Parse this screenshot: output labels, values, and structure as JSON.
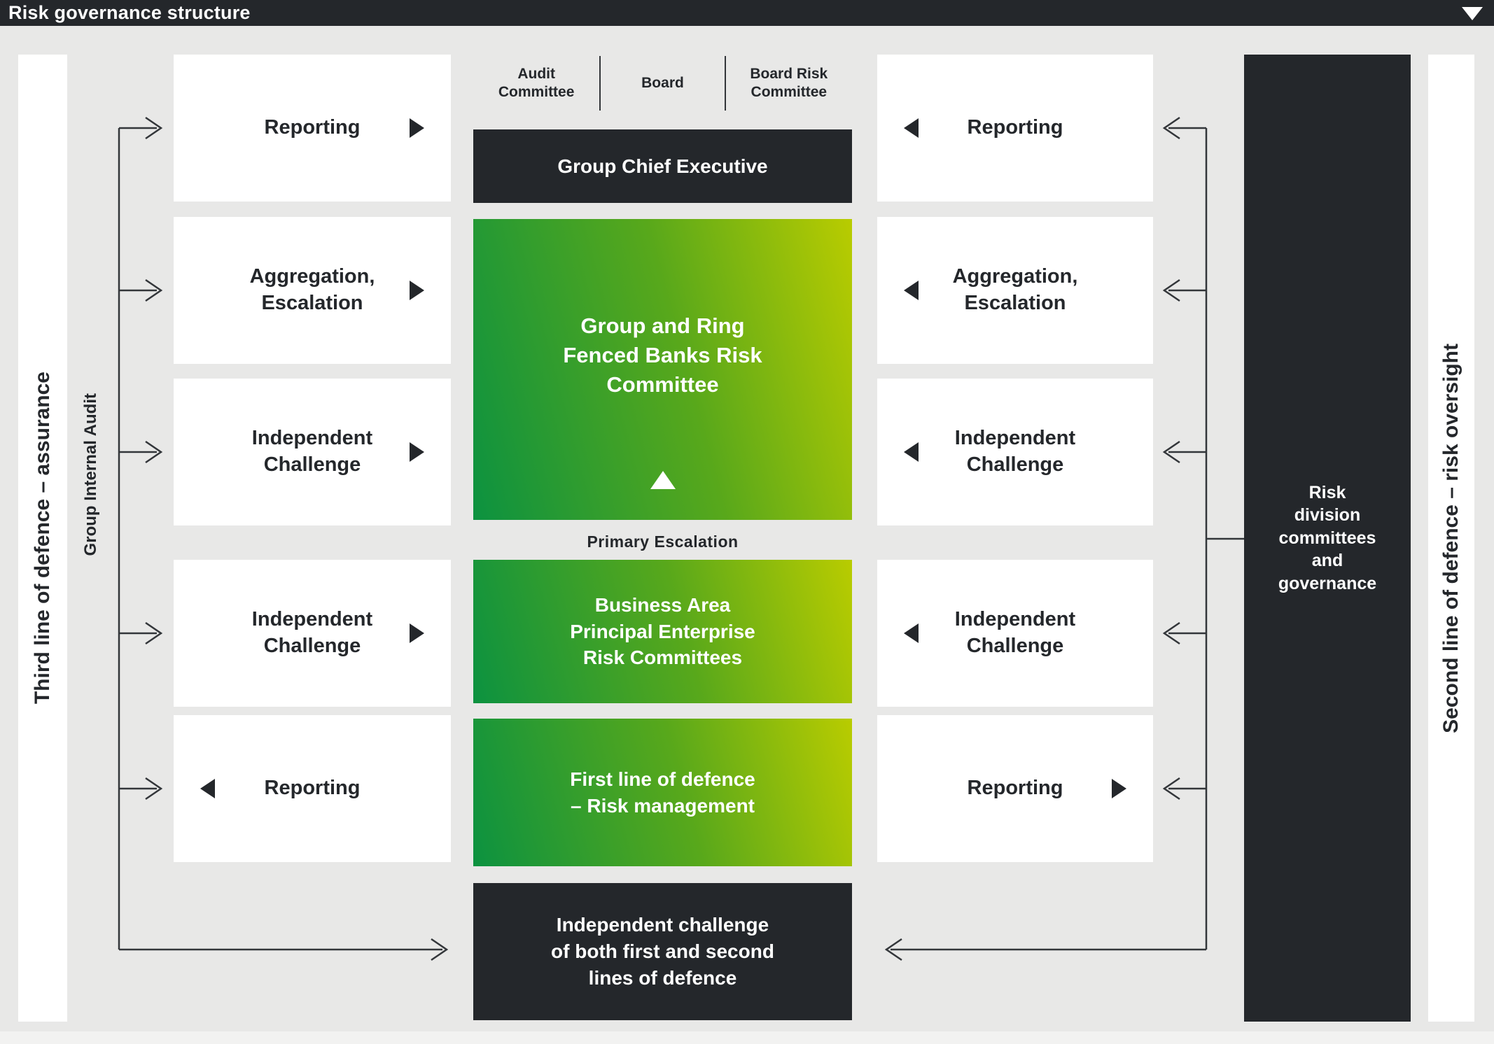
{
  "colors": {
    "background": "#e8e8e7",
    "dark": "#24272b",
    "line": "#33363a",
    "green_gradient_start": "#0c9240",
    "green_gradient_end": "#b9cc00",
    "box_background": "#ffffff"
  },
  "header": {
    "title": "Risk governance structure"
  },
  "rails": {
    "third_line_label": "Third line of defence – assurance",
    "group_internal_audit_label": "Group Internal Audit",
    "risk_division_label": "Risk\ndivision\ncommittees\nand\ngovernance",
    "second_line_label": "Second line of defence – risk oversight"
  },
  "committees": {
    "audit": "Audit\nCommittee",
    "board": "Board",
    "board_risk": "Board Risk\nCommittee"
  },
  "center": {
    "group_chief_executive": "Group Chief Executive",
    "risk_committee": "Group and Ring\nFenced Banks Risk\nCommittee",
    "primary_escalation": "Primary Escalation",
    "business_area": "Business Area\nPrincipal Enterprise\nRisk Committees",
    "first_line": "First line of defence\n– Risk management",
    "independent_challenge": "Independent challenge\nof both first and second\nlines of defence"
  },
  "left_column": {
    "rows": [
      {
        "label": "Reporting"
      },
      {
        "label": "Aggregation,\nEscalation"
      },
      {
        "label": "Independent\nChallenge"
      },
      {
        "label": "Independent\nChallenge"
      },
      {
        "label": "Reporting"
      }
    ]
  },
  "right_column": {
    "rows": [
      {
        "label": "Reporting"
      },
      {
        "label": "Aggregation,\nEscalation"
      },
      {
        "label": "Independent\nChallenge"
      },
      {
        "label": "Independent\nChallenge"
      },
      {
        "label": "Reporting"
      }
    ]
  }
}
